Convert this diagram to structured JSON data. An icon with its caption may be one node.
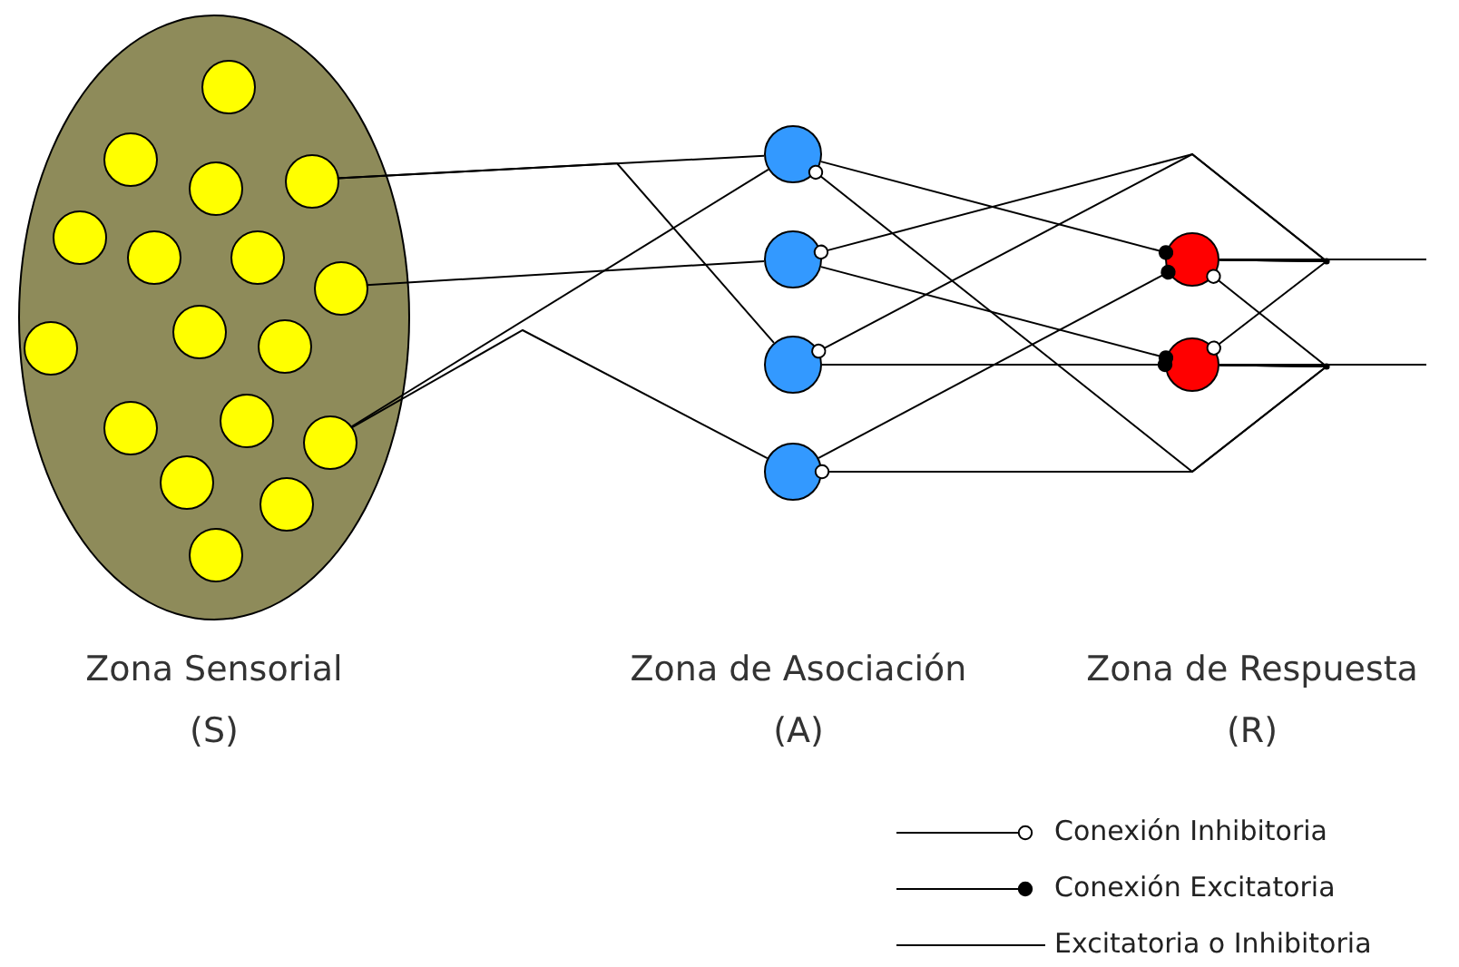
{
  "diagram": {
    "nodes": [
      {
        "text": [],
        "shape": "ellipse"
      },
      {
        "text": [],
        "shape": "circle",
        "in": 0
      },
      {
        "text": [],
        "shape": "circle",
        "in": 0
      },
      {
        "text": [],
        "shape": "circle",
        "in": 0
      },
      {
        "text": [],
        "shape": "circle",
        "in": 0
      },
      {
        "text": [],
        "shape": "circle",
        "in": 0
      },
      {
        "text": [],
        "shape": "circle",
        "in": 0
      },
      {
        "text": [],
        "shape": "circle",
        "in": 0
      },
      {
        "text": [],
        "shape": "circle",
        "in": 0
      },
      {
        "text": [],
        "shape": "circle",
        "in": 0
      },
      {
        "text": [],
        "shape": "circle",
        "in": 0
      },
      {
        "text": [],
        "shape": "circle",
        "in": 0
      },
      {
        "text": [],
        "shape": "circle",
        "in": 0
      },
      {
        "text": [],
        "shape": "circle",
        "in": 0
      },
      {
        "text": [],
        "shape": "circle",
        "in": 0
      },
      {
        "text": [],
        "shape": "circle",
        "in": 0
      },
      {
        "text": [],
        "shape": "circle",
        "in": 0
      },
      {
        "text": [],
        "shape": "circle",
        "in": 0
      },
      {
        "text": [],
        "shape": "circle"
      },
      {
        "text": [],
        "shape": "circle"
      },
      {
        "text": [],
        "shape": "circle"
      },
      {
        "text": [],
        "shape": "circle"
      },
      {
        "text": [],
        "shape": "circle"
      },
      {
        "text": [],
        "shape": "circle"
      }
    ],
    "edges": [
      {
        "from": 3,
        "to": 18,
        "arrow": "none"
      },
      {
        "from": 3,
        "to": 20,
        "arrow": "none"
      },
      {
        "from": 8,
        "to": 19,
        "arrow": "none"
      },
      {
        "from": 14,
        "to": 18,
        "arrow": "none"
      },
      {
        "from": 14,
        "to": 21,
        "arrow": "none"
      },
      {
        "from": 18,
        "to": 22,
        "arrow": "other"
      },
      {
        "from": 19,
        "to": 23,
        "arrow": "other"
      },
      {
        "from": 20,
        "to": 23,
        "arrow": "other"
      },
      {
        "from": 21,
        "to": 22,
        "arrow": "other"
      },
      {
        "from": 22,
        "to": 19,
        "arrow": "other"
      },
      {
        "from": 22,
        "to": 20,
        "arrow": "other"
      },
      {
        "from": 22,
        "to": 23,
        "arrow": "other"
      },
      {
        "from": 23,
        "to": 18,
        "arrow": "other"
      },
      {
        "from": 23,
        "to": 21,
        "arrow": "other"
      },
      {
        "from": 23,
        "to": 22,
        "arrow": "other"
      },
      {
        "from": 22,
        "to": null,
        "arrow": "none"
      },
      {
        "from": 23,
        "to": null,
        "arrow": "none"
      }
    ],
    "labels": [
      "Zona Sensorial (S)",
      "Zona de Asociación (A)",
      "Zona de Respuesta (R)"
    ],
    "legend": [
      {
        "text": "Conexión Inhibitoria"
      },
      {
        "text": "Conexión Excitatoria"
      },
      {
        "text": "Excitatoria o Inhibitoria"
      }
    ]
  }
}
